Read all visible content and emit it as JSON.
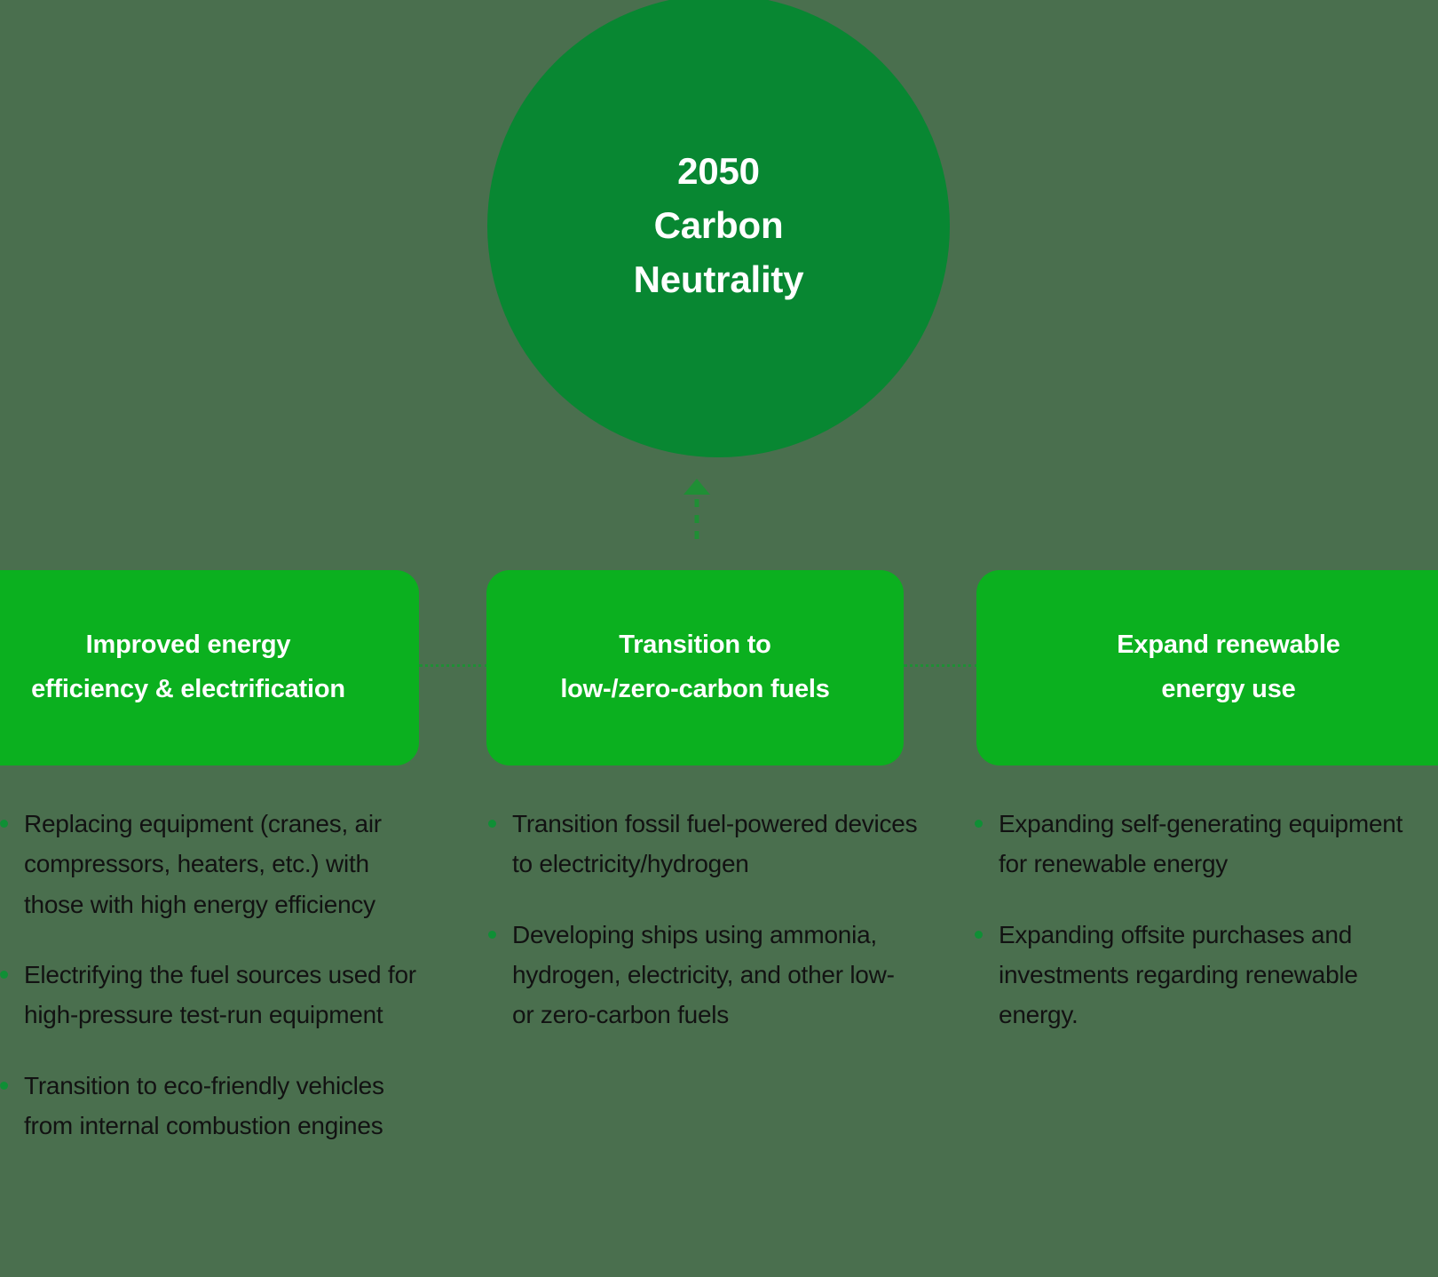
{
  "colors": {
    "background": "#4a6f4e",
    "goal_circle": "#088732",
    "pillar_box": "#0bb01f",
    "connector": "#1f8f35",
    "bullet_dot": "#0f8f35",
    "box_text": "#ffffff",
    "body_text": "#121212"
  },
  "goal": {
    "label": "2050\nCarbon\nNeutrality"
  },
  "arrow": {
    "name": "dashed-up-arrow",
    "direction": "up",
    "style": "dashed"
  },
  "pillars": [
    {
      "label": "Improved energy\nefficiency & electrification",
      "bullets": [
        "Replacing equipment (cranes, air compressors, heaters, etc.) with those with high energy efficiency",
        "Electrifying the fuel sources used for high-pressure test-run equipment",
        "Transition to eco-friendly vehicles from internal combustion engines"
      ]
    },
    {
      "label": "Transition to\nlow-/zero-carbon fuels",
      "bullets": [
        "Transition fossil fuel-powered devices to electricity/hydrogen",
        "Developing ships using ammonia, hydrogen, electricity, and other low- or zero-carbon fuels"
      ]
    },
    {
      "label": "Expand renewable\nenergy use",
      "bullets": [
        "Expanding self-generating equipment for renewable energy",
        "Expanding offsite purchases and investments regarding renewable energy."
      ]
    }
  ]
}
